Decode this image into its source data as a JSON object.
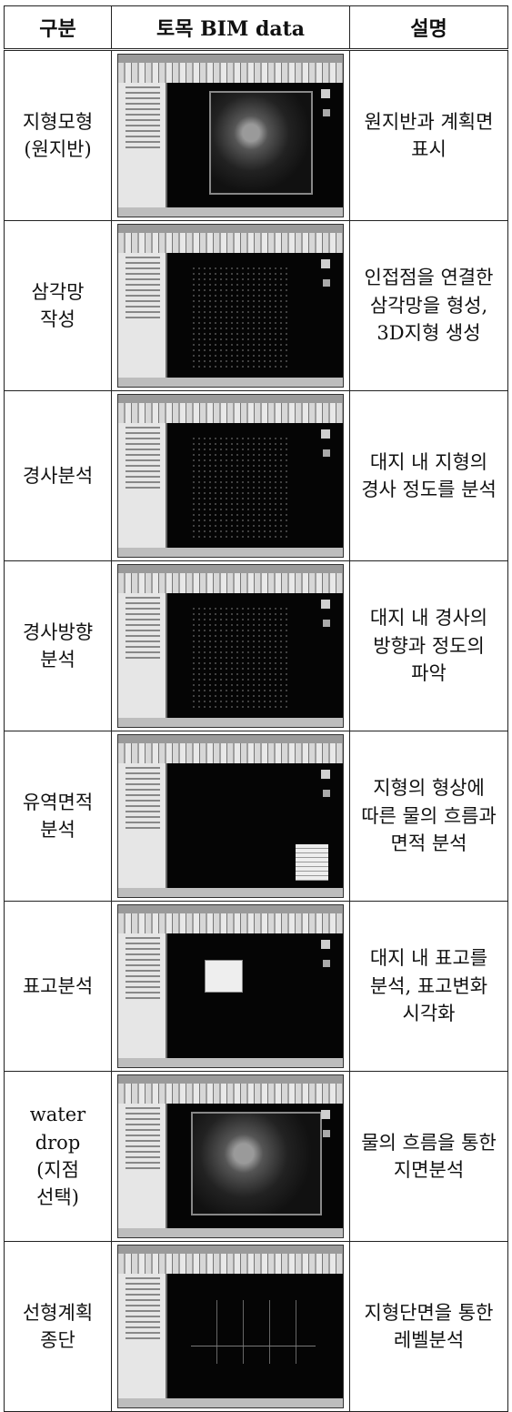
{
  "table": {
    "headers": [
      "구분",
      "토목 BIM data",
      "설명"
    ],
    "rows": [
      {
        "category": [
          "지형모형",
          "(원지반)"
        ],
        "description": [
          "원지반과 계획면",
          "표시"
        ],
        "screenshot_icon": "terrain-model-screenshot"
      },
      {
        "category": [
          "삼각망",
          "작성"
        ],
        "description": [
          "인접점을 연결한",
          "삼각망을 형성,",
          "3D지형 생성"
        ],
        "screenshot_icon": "tin-network-screenshot"
      },
      {
        "category": [
          "경사분석"
        ],
        "description": [
          "대지 내 지형의",
          "경사 정도를 분석"
        ],
        "screenshot_icon": "slope-analysis-screenshot"
      },
      {
        "category": [
          "경사방향",
          "분석"
        ],
        "description": [
          "대지 내 경사의",
          "방향과 정도의",
          "파악"
        ],
        "screenshot_icon": "slope-direction-screenshot"
      },
      {
        "category": [
          "유역면적",
          "분석"
        ],
        "description": [
          "지형의 형상에",
          "따른 물의 흐름과",
          "면적 분석"
        ],
        "screenshot_icon": "watershed-analysis-screenshot"
      },
      {
        "category": [
          "표고분석"
        ],
        "description": [
          "대지 내 표고를",
          "분석, 표고변화",
          "시각화"
        ],
        "screenshot_icon": "elevation-analysis-screenshot"
      },
      {
        "category": [
          "water",
          "drop",
          "(지점",
          "선택)"
        ],
        "description": [
          "물의 흐름을 통한",
          "지면분석"
        ],
        "screenshot_icon": "water-drop-screenshot"
      },
      {
        "category": [
          "선형계획",
          "종단"
        ],
        "description": [
          "지형단면을 통한",
          "레벨분석"
        ],
        "screenshot_icon": "profile-section-screenshot"
      }
    ]
  }
}
